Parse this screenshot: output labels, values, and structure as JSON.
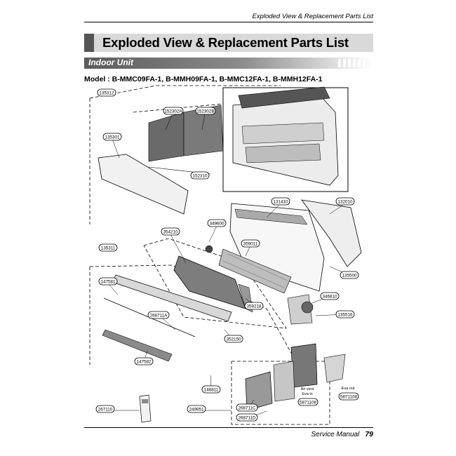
{
  "header": {
    "running_title": "Exploded View & Replacement Parts List"
  },
  "title": "Exploded View & Replacement Parts List",
  "section": "Indoor Unit",
  "model": "Model : B-MMC09FA-1, B-MMH09FA-1, B-MMC12FA-1, B-MMH12FA-1",
  "parts": {
    "p135312": "135312",
    "p152302a": "152302A",
    "p152302b": "152302B",
    "p135301": "135301",
    "p152310": "152310",
    "p131410": "131410",
    "p132010": "132010",
    "p349600": "349600",
    "p354210": "354210",
    "p135311": "135311",
    "p359011": "359011",
    "p147581": "147581",
    "p135500": "135500",
    "p346810": "346810",
    "p359218": "359218",
    "p268711a": "268711A",
    "p135516": "135516",
    "p352150": "352150",
    "p147582": "147582",
    "p146811": "146811",
    "p267110": "267110",
    "p249951": "249951",
    "p268711c": "268711C",
    "p268711d": "268711D",
    "p5871108a": "5871108",
    "p5871108b": "5871108"
  },
  "notes": {
    "air_vent_1": "Air vent",
    "air_vent_2": "Eva in",
    "eva_out": "Eva out"
  },
  "footer": {
    "label": "Service Manual",
    "page": "79"
  }
}
